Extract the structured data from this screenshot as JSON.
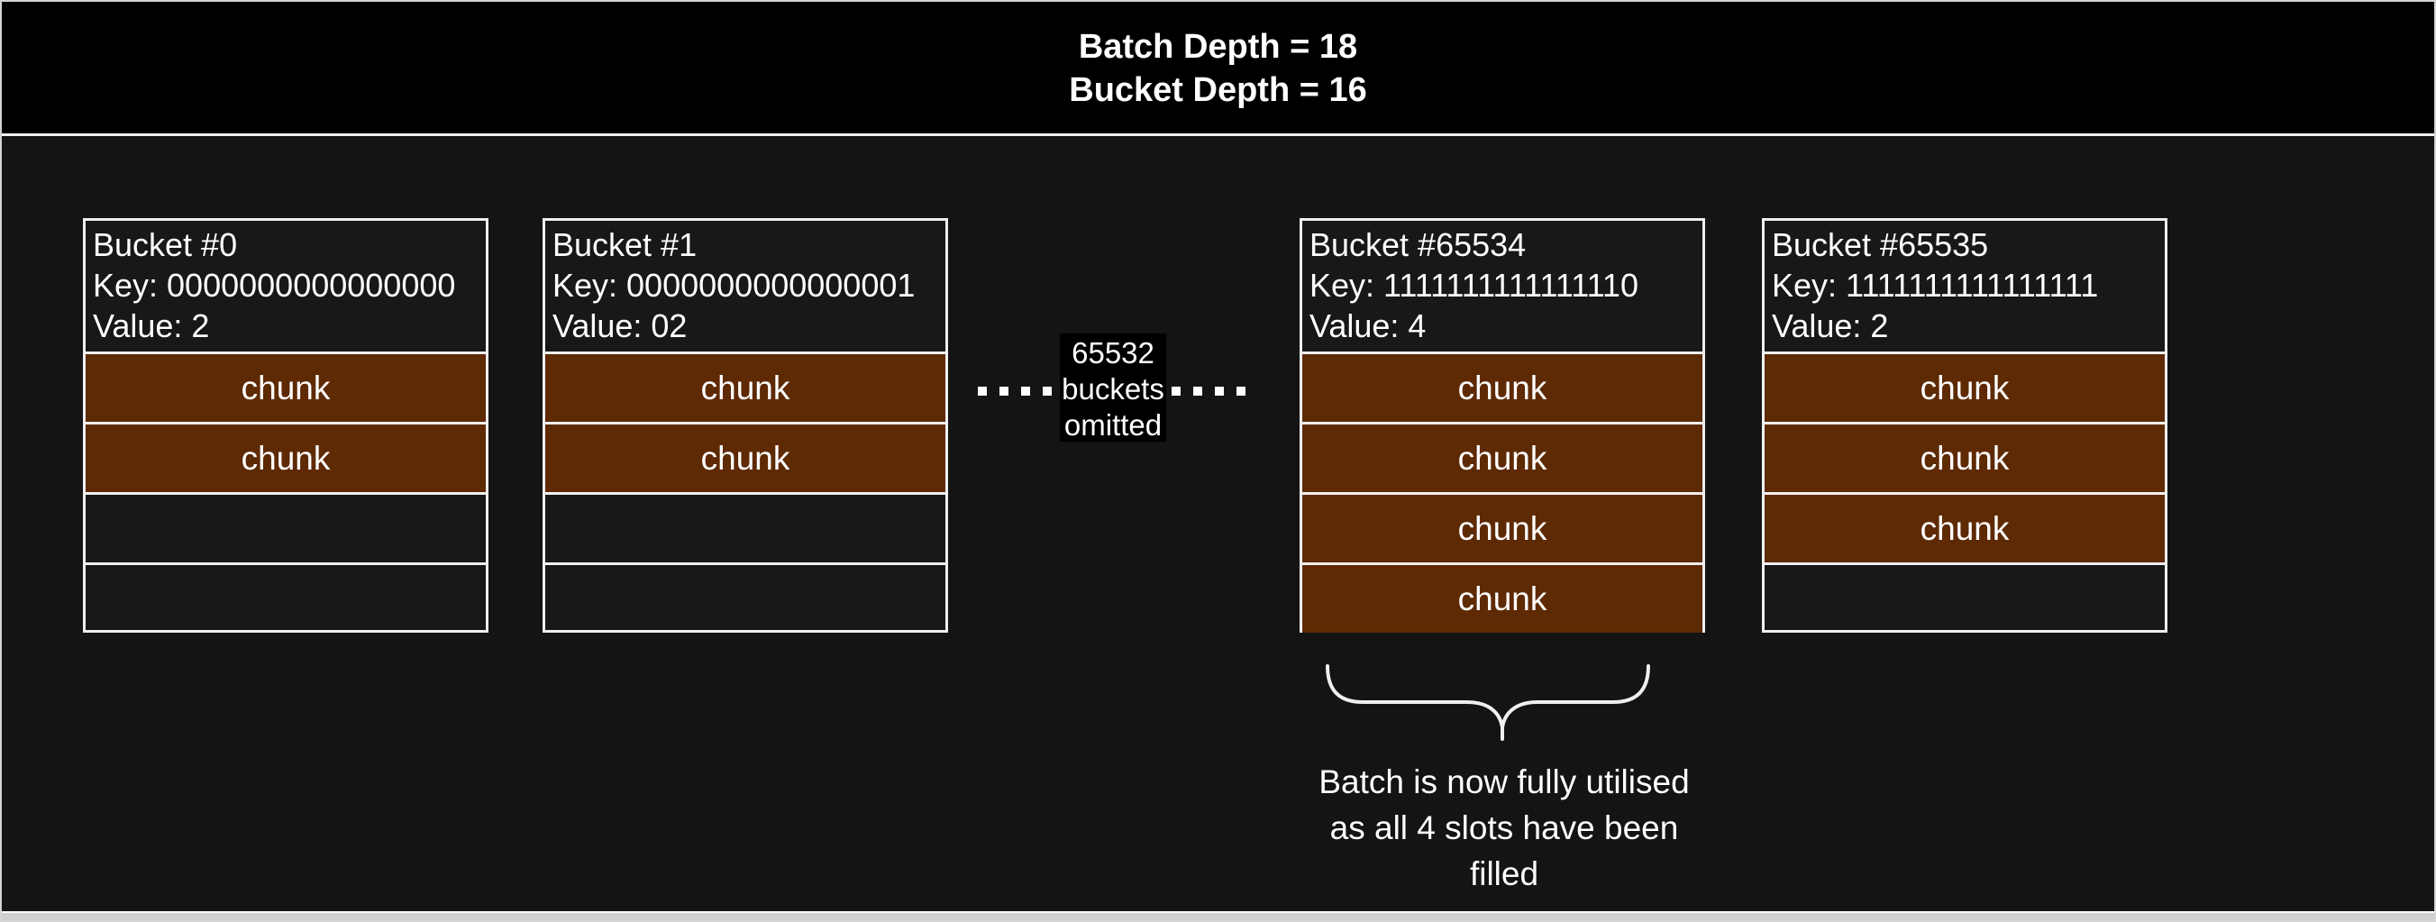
{
  "title_block": {
    "line1": "Batch Depth = 18",
    "line2": "Bucket Depth = 16"
  },
  "buckets": [
    {
      "title": "Bucket #0",
      "key_line": "Key: 0000000000000000",
      "value_line": "Value: 2",
      "slots": [
        {
          "label": "chunk",
          "filled": true
        },
        {
          "label": "chunk",
          "filled": true
        },
        {
          "label": "",
          "filled": false
        },
        {
          "label": "",
          "filled": false
        }
      ]
    },
    {
      "title": "Bucket #1",
      "key_line": "Key: 0000000000000001",
      "value_line": "Value: 02",
      "slots": [
        {
          "label": "chunk",
          "filled": true
        },
        {
          "label": "chunk",
          "filled": true
        },
        {
          "label": "",
          "filled": false
        },
        {
          "label": "",
          "filled": false
        }
      ]
    },
    {
      "title": "Bucket #65534",
      "key_line": "Key: 1111111111111110",
      "value_line": "Value: 4",
      "slots": [
        {
          "label": "chunk",
          "filled": true
        },
        {
          "label": "chunk",
          "filled": true
        },
        {
          "label": "chunk",
          "filled": true
        },
        {
          "label": "chunk",
          "filled": true
        }
      ]
    },
    {
      "title": "Bucket #65535",
      "key_line": "Key: 1111111111111111",
      "value_line": "Value: 2",
      "slots": [
        {
          "label": "chunk",
          "filled": true
        },
        {
          "label": "chunk",
          "filled": true
        },
        {
          "label": "chunk",
          "filled": true
        },
        {
          "label": "",
          "filled": false
        }
      ]
    }
  ],
  "omission": {
    "line1": "65532",
    "line2": "buckets",
    "line3": "omitted"
  },
  "annotation": {
    "line1": "Batch is now fully utilised",
    "line2": "as all 4 slots have been",
    "line3": "filled"
  },
  "colors": {
    "chunk_fill": "#5e2a04",
    "box_border": "#efefef",
    "title_band_bg": "#000000",
    "canvas_bg": "#141414",
    "omission_label_bg": "#000000",
    "text": "#ffffff"
  }
}
